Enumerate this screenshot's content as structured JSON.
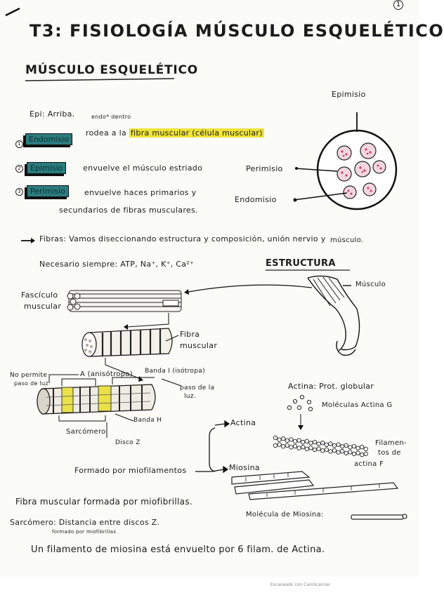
{
  "page": {
    "page_number": "1",
    "title": "T3: FISIOLOGÍA MÚSCULO ESQUELÉTICO",
    "subtitle": "MÚSCULO ESQUELÉTICO",
    "epi_note": "Epi: Arriba.",
    "endo_note": "endo* dentro",
    "layers": [
      {
        "num": "1",
        "label": "Endomisio",
        "desc": "rodea a la",
        "desc_highlight": "fibra muscular (célula muscular)"
      },
      {
        "num": "2",
        "label": "Epimisio",
        "desc": "envuelve el músculo estriado"
      },
      {
        "num": "3",
        "label": "Perimisio",
        "desc": "envuelve haces primarios y",
        "desc2": "secundarios de fibras musculares."
      }
    ],
    "fibers_line1": "Fibras: Vamos diseccionando estructura y composición, unión nervio y",
    "fibers_line2": "músculo.",
    "necesario": "Necesario siempre: ATP, Na⁺, K⁺, Ca²⁺",
    "cross_section_labels": {
      "epimisio": "Epimisio",
      "perimisio": "Perimisio",
      "endomisio": "Endomisio"
    },
    "estructura_heading": "ESTRUCTURA",
    "diagram_labels": {
      "musculo": "Músculo",
      "fasciculo_1": "Fascículo",
      "fasciculo_2": "muscular",
      "fibra_1": "Fibra",
      "fibra_2": "muscular",
      "no_permite_1": "No permite",
      "no_permite_2": "paso de luz",
      "banda_a": "A (anisótropa)",
      "banda_i": "Banda I (isótropa)",
      "paso_luz_1": "paso de la",
      "paso_luz_2": "luz.",
      "banda_h": "Banda H",
      "sarcomero": "Sarcómero",
      "disco_z": "Disco Z",
      "formado": "Formado por miofilamentos",
      "actina": "Actina",
      "miosina": "Miosina"
    },
    "actina_info": {
      "line": "Actina: Prot. globular",
      "moleculas": "Moléculas Actina G",
      "filamentos_1": "Filamen-",
      "filamentos_2": "tos de",
      "filamentos_3": "actina F"
    },
    "bottom_notes": {
      "fibra_formada": "Fibra muscular formada por miofibrillas.",
      "sarcomero_def": "Sarcómero: Distancia entre discos Z.",
      "sarcomero_sub": "formado por miofibrillas",
      "molecula_miosina": "Molécula de Miosina:",
      "filamento_miosina": "Un filamento de miosina está envuelto por 6 filam. de Actina."
    },
    "footer_text": "Escaneado con CamScanner"
  }
}
